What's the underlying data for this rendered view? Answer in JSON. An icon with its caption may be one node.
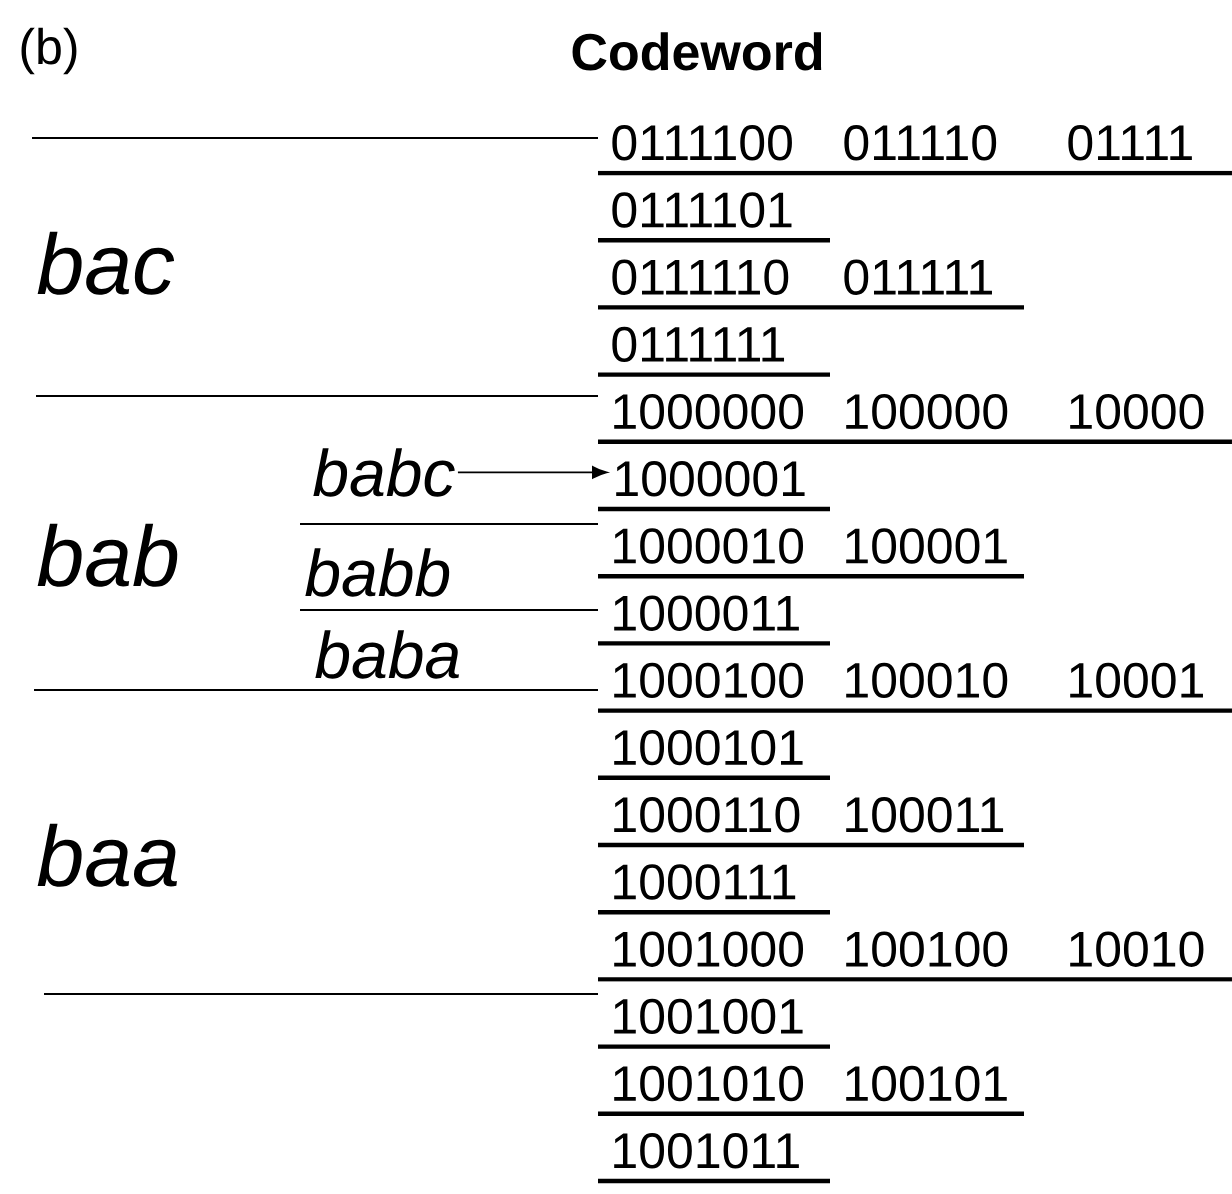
{
  "diagram": {
    "title": "Codeword",
    "nodes": [
      {
        "text": [
          "babc"
        ]
      },
      {
        "text": [
          "1000001"
        ]
      }
    ],
    "edges": [
      {
        "from": 0,
        "to": 1,
        "arrow": "to"
      }
    ],
    "labels": [
      "(b)",
      "0111100",
      "011110",
      "01111",
      "0111101",
      "0111110",
      "011111",
      "0111111",
      "1000000",
      "100000",
      "10000",
      "1000010",
      "100001",
      "1000011",
      "1000100",
      "100010",
      "10001",
      "1000101",
      "1000110",
      "100011",
      "1000111",
      "1001000",
      "100100",
      "10010",
      "1001001",
      "1001010",
      "100101",
      "1001011",
      "bac",
      "bab",
      "babb",
      "baba",
      "baa"
    ]
  }
}
